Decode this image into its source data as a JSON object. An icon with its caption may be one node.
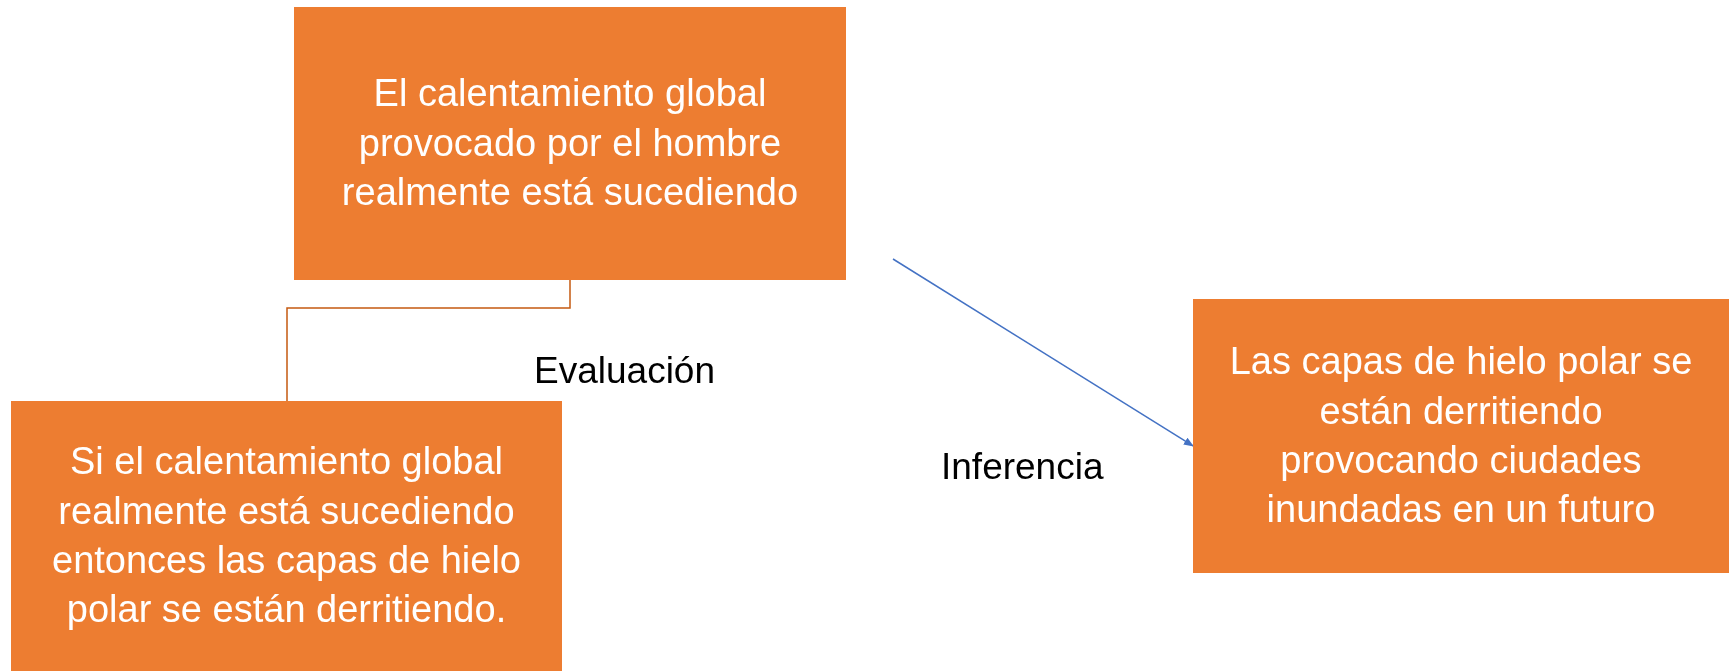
{
  "diagram": {
    "nodes": [
      {
        "text": [
          "El calentamiento global provocado por el hombre realmente está sucediendo"
        ]
      },
      {
        "text": [
          "Si el calentamiento global realmente está sucediendo entonces las capas de hielo polar se están derritiendo."
        ]
      },
      {
        "text": [
          "Las capas de hielo polar se están derritiendo provocando ciudades inundadas en un futuro"
        ]
      }
    ],
    "edges": [
      {
        "from": 0,
        "to": 1,
        "arrow": "none",
        "label": "Evaluación",
        "color": "#c55a11"
      },
      {
        "from": null,
        "to": 2,
        "arrow": "to",
        "label": "Inferencia",
        "color": "#4472c4"
      }
    ]
  }
}
